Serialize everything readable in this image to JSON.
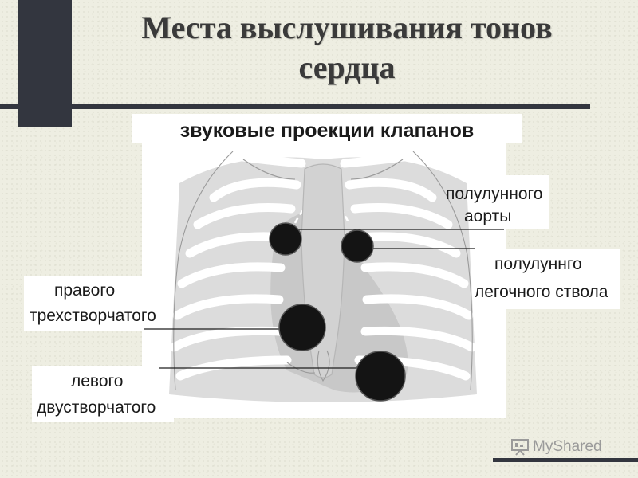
{
  "title": {
    "line1": "Места выслушивания тонов",
    "line2": "сердца"
  },
  "diagram": {
    "heading": "звуковые проекции клапанов",
    "labels": {
      "aortic_line1": "полулунного",
      "aortic_line2": "аорты",
      "pulmonary_line1": "полулуннго",
      "pulmonary_line2": "легочного ствола",
      "tricuspid_line1": "правого",
      "tricuspid_line2": "трехстворчатого",
      "mitral_line1": "левого",
      "mitral_line2": "двустворчатого"
    }
  },
  "watermark": {
    "text": "MyShared",
    "icon": "presentation-board-icon"
  }
}
